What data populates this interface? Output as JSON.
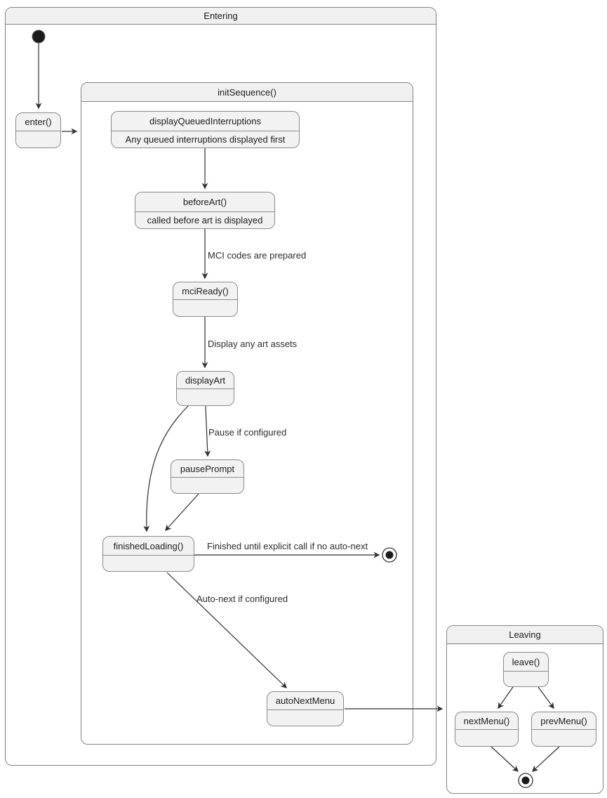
{
  "diagram": {
    "type": "state-diagram",
    "containers": {
      "entering": {
        "title": "Entering"
      },
      "init_sequence": {
        "title": "initSequence()"
      },
      "leaving": {
        "title": "Leaving"
      }
    },
    "states": {
      "enter": {
        "title": "enter()"
      },
      "display_queued_interruptions": {
        "title": "displayQueuedInterruptions",
        "description": "Any queued interruptions displayed first"
      },
      "before_art": {
        "title": "beforeArt()",
        "description": "called before art is displayed"
      },
      "mci_ready": {
        "title": "mciReady()"
      },
      "display_art": {
        "title": "displayArt"
      },
      "pause_prompt": {
        "title": "pausePrompt"
      },
      "finished_loading": {
        "title": "finishedLoading()"
      },
      "auto_next_menu": {
        "title": "autoNextMenu"
      },
      "leave": {
        "title": "leave()"
      },
      "next_menu": {
        "title": "nextMenu()"
      },
      "prev_menu": {
        "title": "prevMenu()"
      }
    },
    "edge_labels": {
      "mci_codes": "MCI codes are prepared",
      "display_assets": "Display any art assets",
      "pause": "Pause if configured",
      "finished": "Finished until explicit call if no auto-next",
      "auto_next": "Auto-next if configured"
    },
    "colors": {
      "background": "#ffffff",
      "state_fill": "#f2f2f2",
      "header_fill": "#f0f0f0",
      "border": "#838383",
      "edge": "#2f2f2f",
      "text": "#1a1a1a"
    }
  }
}
